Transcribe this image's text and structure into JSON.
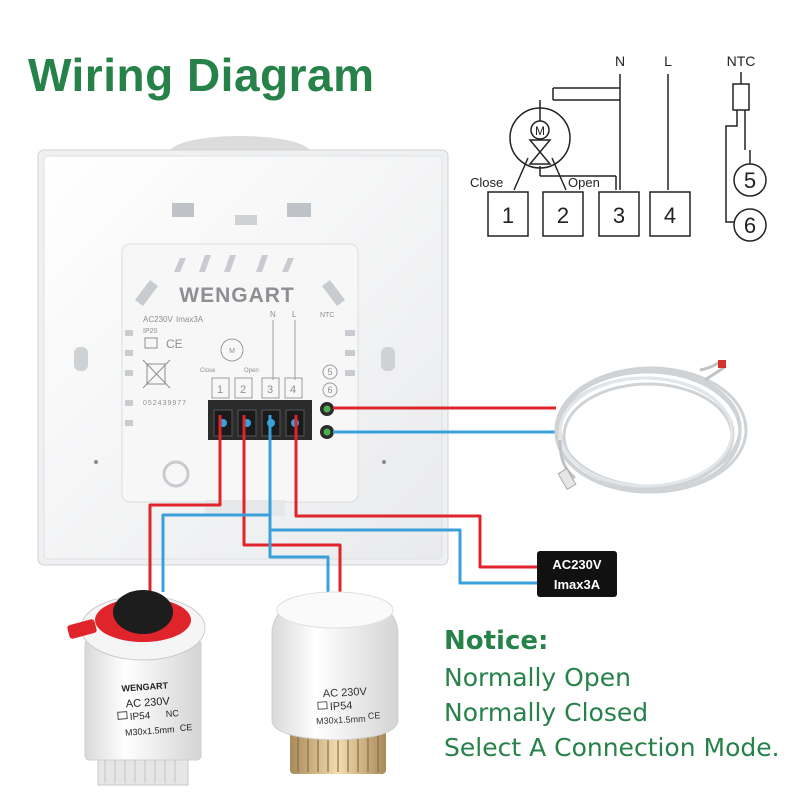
{
  "title": "Wiring Diagram",
  "schematic": {
    "terminal_N": "N",
    "terminal_L": "L",
    "sensor_label": "NTC",
    "motor_symbol": "M",
    "close_label": "Close",
    "open_label": "Open",
    "terminals": [
      "1",
      "2",
      "3",
      "4"
    ],
    "sensor_terminals": [
      "5",
      "6"
    ]
  },
  "device": {
    "brand": "WENGART",
    "rating_voltage": "AC230V",
    "rating_current": "Imax3A",
    "ip_rating": "IP20",
    "ce_mark": "CE",
    "serial": "052439977",
    "label_N": "N",
    "label_L": "L",
    "label_NTC": "NTC",
    "close_label": "Close",
    "open_label": "Open",
    "terminals": [
      "1",
      "2",
      "3",
      "4"
    ],
    "sensor_terminals": [
      "5",
      "6"
    ]
  },
  "power_label": {
    "line1": "AC230V",
    "line2": "Imax3A"
  },
  "actuator_nc": {
    "brand": "WENGART",
    "voltage": "AC 230V",
    "ip": "IP54",
    "type": "NC",
    "thread": "M30x1.5mm"
  },
  "actuator_no": {
    "voltage": "AC 230V",
    "ip": "IP54",
    "thread": "M30x1.5mm"
  },
  "notice": {
    "heading": "Notice:",
    "lines": [
      "Normally Open",
      "Normally Closed",
      "Select A Connection Mode."
    ]
  },
  "colors": {
    "title_green": "#27824a",
    "wire_red": "#e0242b",
    "wire_blue": "#3aa0dc",
    "label_bg": "#111111"
  }
}
